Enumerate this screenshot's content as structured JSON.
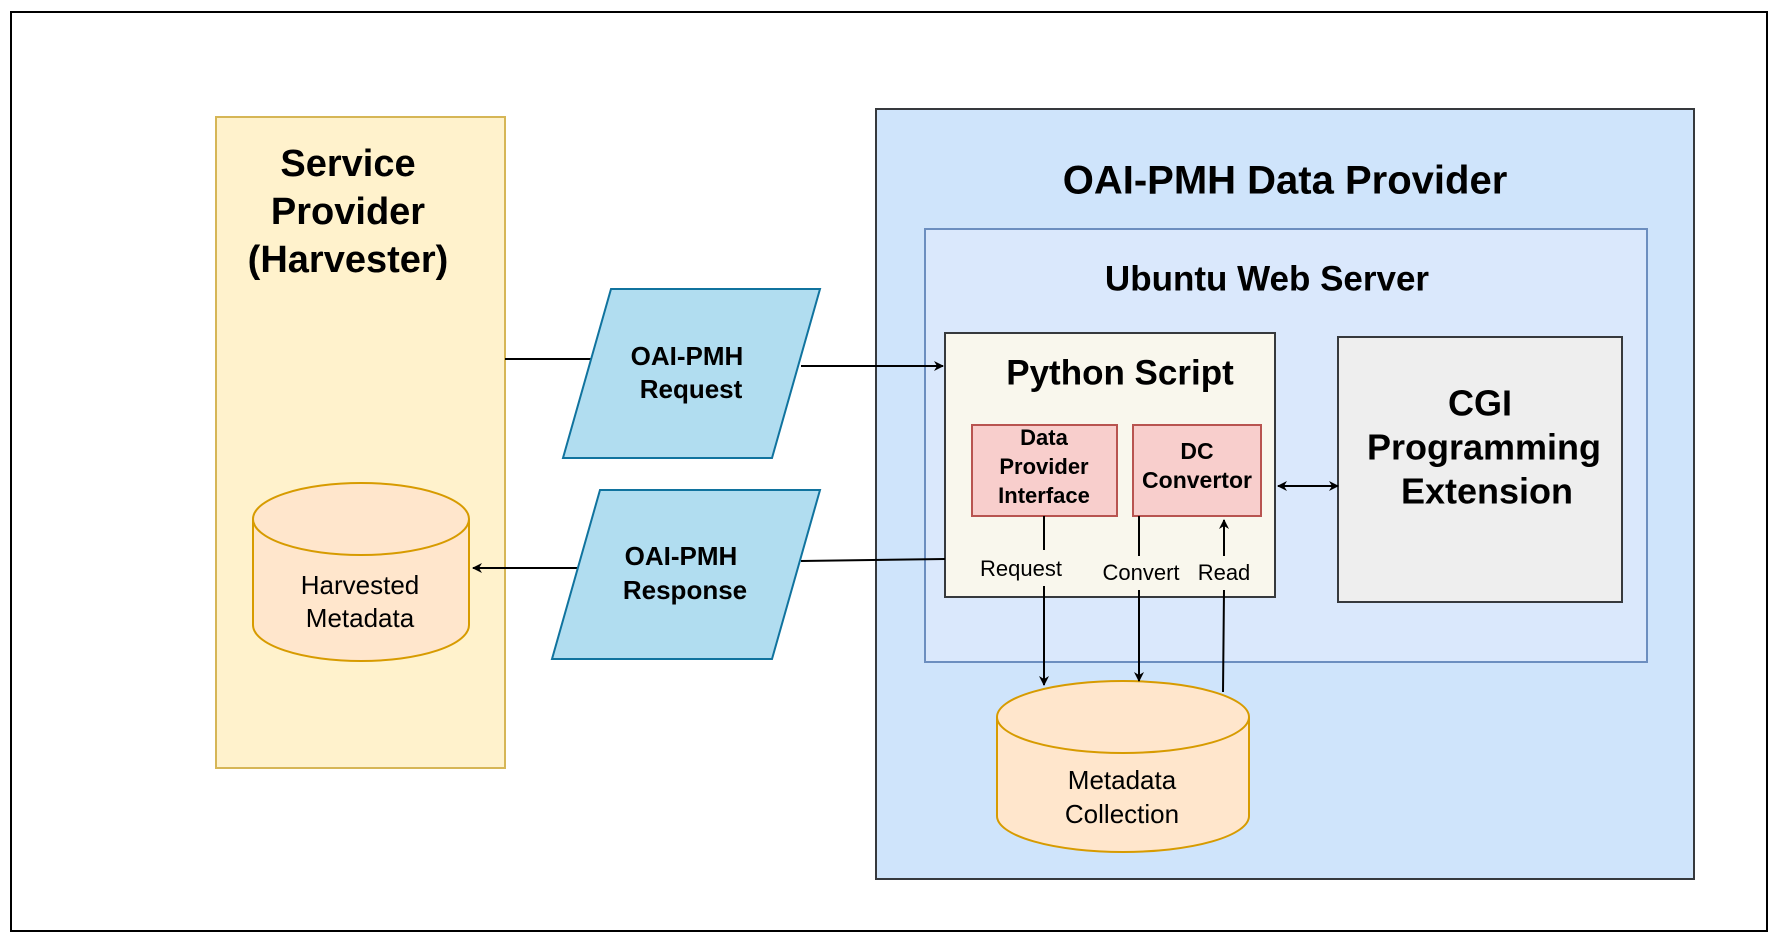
{
  "service_provider": {
    "title": [
      "Service",
      "Provider",
      "(Harvester)"
    ]
  },
  "harvested_metadata": {
    "label": [
      "Harvested",
      "Metadata"
    ]
  },
  "request_shape": {
    "label": [
      "OAI-PMH",
      "Request"
    ]
  },
  "response_shape": {
    "label": [
      "OAI-PMH",
      "Response"
    ]
  },
  "data_provider": {
    "title": "OAI-PMH Data Provider"
  },
  "web_server": {
    "title": "Ubuntu Web Server"
  },
  "python_script": {
    "title": "Python Script"
  },
  "data_provider_interface": {
    "label": [
      "Data",
      "Provider",
      "Interface"
    ]
  },
  "dc_convertor": {
    "label": [
      "DC",
      "Convertor"
    ]
  },
  "cgi_extension": {
    "label": [
      "CGI",
      "Programming",
      "Extension"
    ]
  },
  "metadata_collection": {
    "label": [
      "Metadata",
      "Collection"
    ]
  },
  "edge_labels": {
    "request": "Request",
    "convert": "Convert",
    "read": "Read"
  },
  "colors": {
    "service_fill": "#fff2cc",
    "service_stroke": "#d6b656",
    "cylinder_fill": "#ffe6cc",
    "cylinder_stroke": "#d79b00",
    "parallelogram_fill": "#b1ddf0",
    "parallelogram_stroke": "#10739e",
    "provider_fill": "#cfe4fb",
    "server_fill": "#dae8fc",
    "server_stroke": "#6c8ebf",
    "script_fill": "#f9f7ed",
    "component_fill": "#f8cecc",
    "component_stroke": "#b85450",
    "cgi_fill": "#eeeeee"
  }
}
